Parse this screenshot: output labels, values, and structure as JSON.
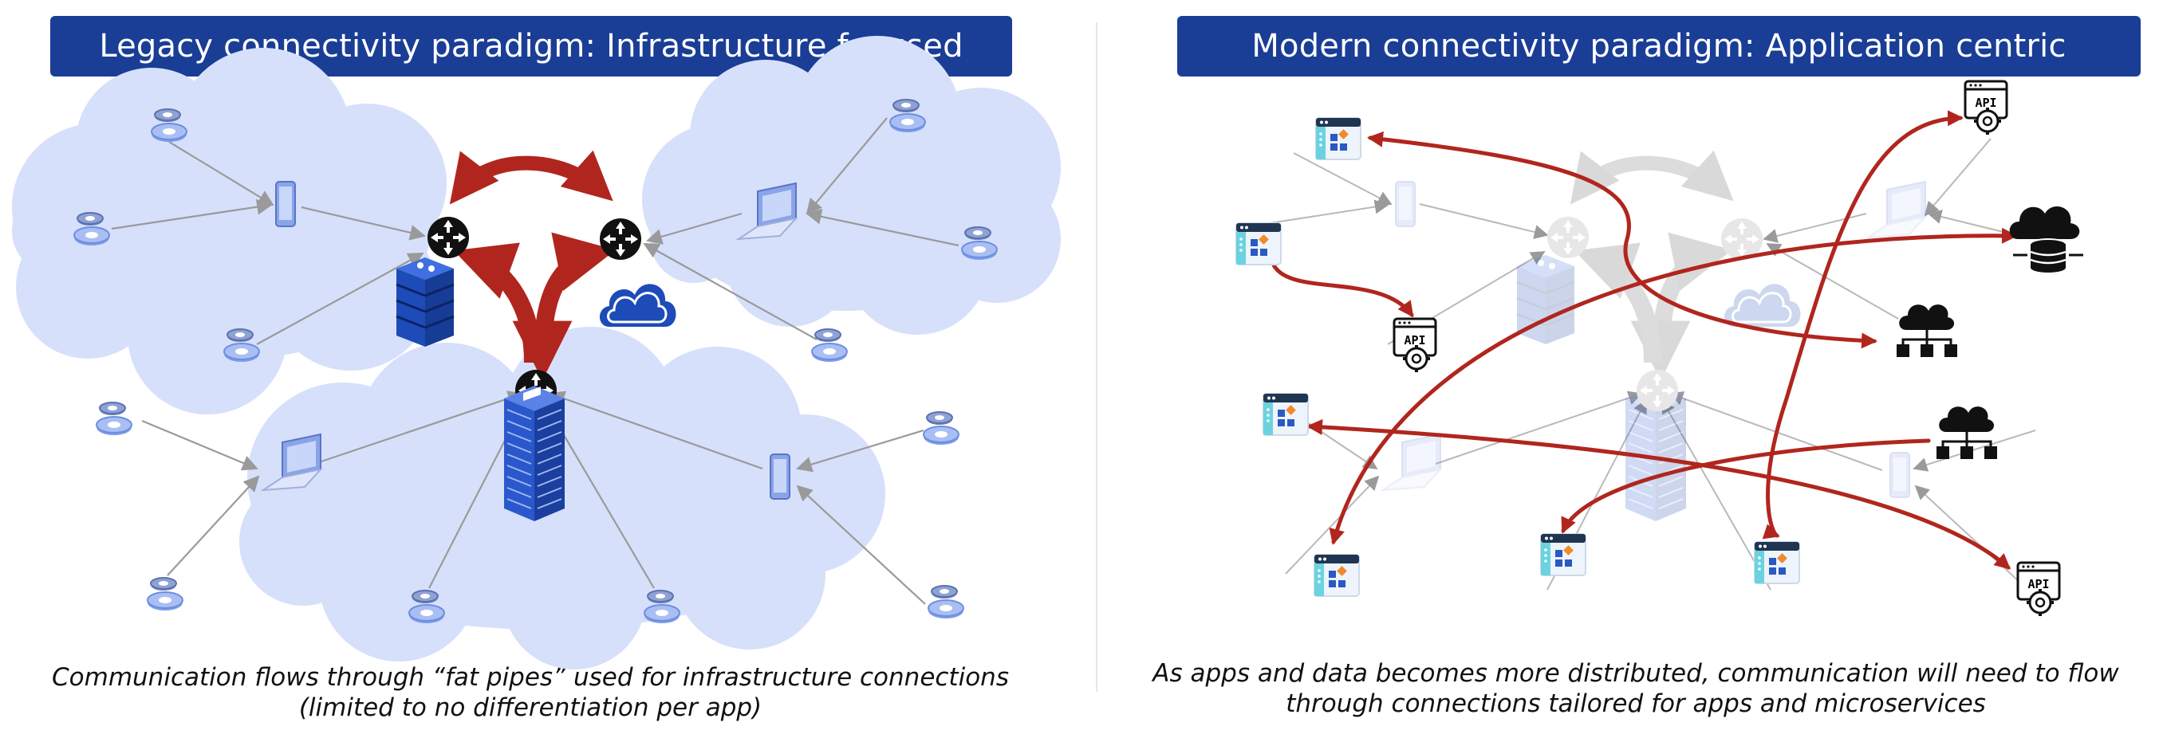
{
  "legacy": {
    "title": "Legacy connectivity paradigm: Infrastructure focused",
    "caption_line1": "Communication flows through “fat pipes” used for infrastructure connections",
    "caption_line2": "(limited to no differentiation per app)"
  },
  "modern": {
    "title": "Modern connectivity paradigm: Application centric",
    "caption_line1": "As apps and data becomes more distributed, communication will need to flow",
    "caption_line2": "through connections tailored for apps and microservices"
  },
  "api_label": "API",
  "icons": [
    "gear-icon",
    "phone-icon",
    "laptop-icon",
    "router-icon",
    "server-rack-icon",
    "building-icon",
    "cloud-icon",
    "app-window-icon",
    "api-gear-icon",
    "cloud-database-icon",
    "cloud-network-icon"
  ],
  "colors": {
    "title_bg": "#1a3d96",
    "cloud_fill": "#d6e0fb",
    "arrow_red": "#b0261e",
    "connector_gray": "#9a9a9a",
    "infra_blue": "#1d4bb8"
  }
}
